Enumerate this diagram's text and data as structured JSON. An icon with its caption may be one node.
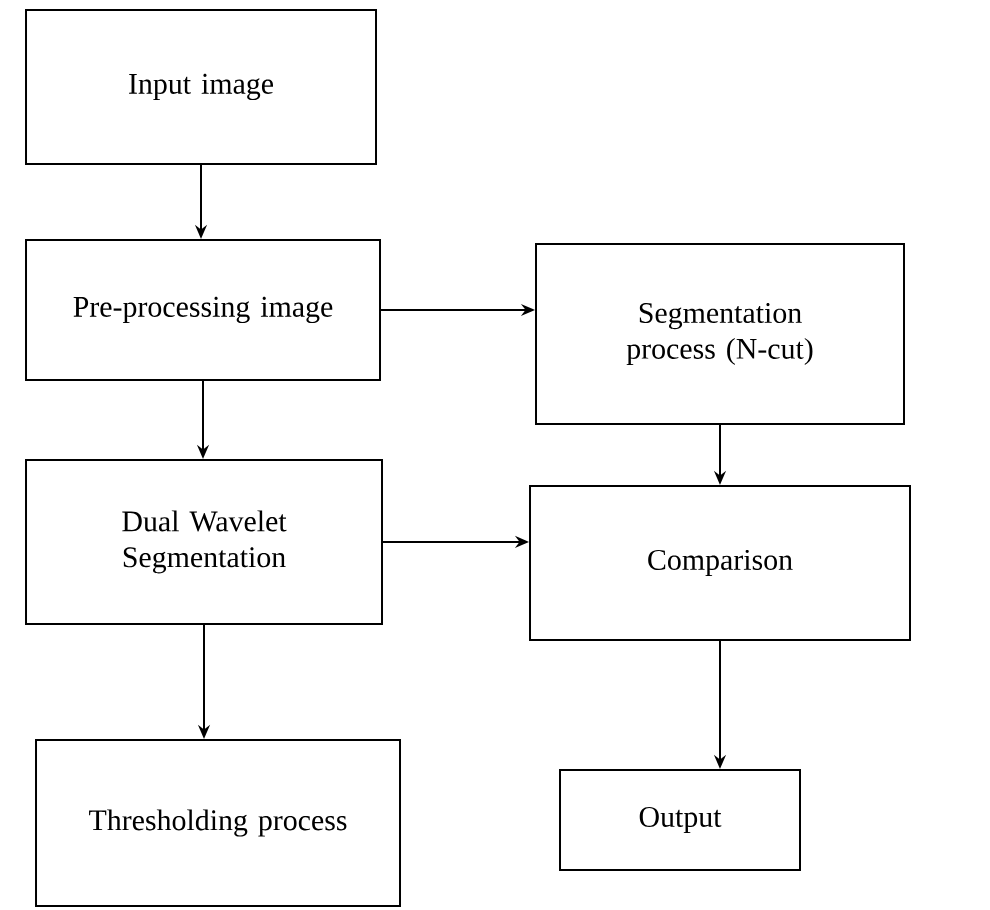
{
  "diagram": {
    "nodes": [
      {
        "text": [
          "Input image"
        ]
      },
      {
        "text": [
          "Pre-processing image"
        ]
      },
      {
        "text": [
          "Segmentation process (N-cut)"
        ]
      },
      {
        "text": [
          "Dual Wavelet Segmentation"
        ]
      },
      {
        "text": [
          "Comparison"
        ]
      },
      {
        "text": [
          "Thresholding process"
        ]
      },
      {
        "text": [
          "Output"
        ]
      }
    ],
    "edges": [
      {
        "from": 0,
        "to": 1,
        "arrow": "to"
      },
      {
        "from": 1,
        "to": 2,
        "arrow": "to"
      },
      {
        "from": 1,
        "to": 3,
        "arrow": "to"
      },
      {
        "from": 2,
        "to": 4,
        "arrow": "to"
      },
      {
        "from": 3,
        "to": 4,
        "arrow": "to"
      },
      {
        "from": 3,
        "to": 5,
        "arrow": "to"
      },
      {
        "from": 4,
        "to": 6,
        "arrow": "to"
      }
    ]
  }
}
